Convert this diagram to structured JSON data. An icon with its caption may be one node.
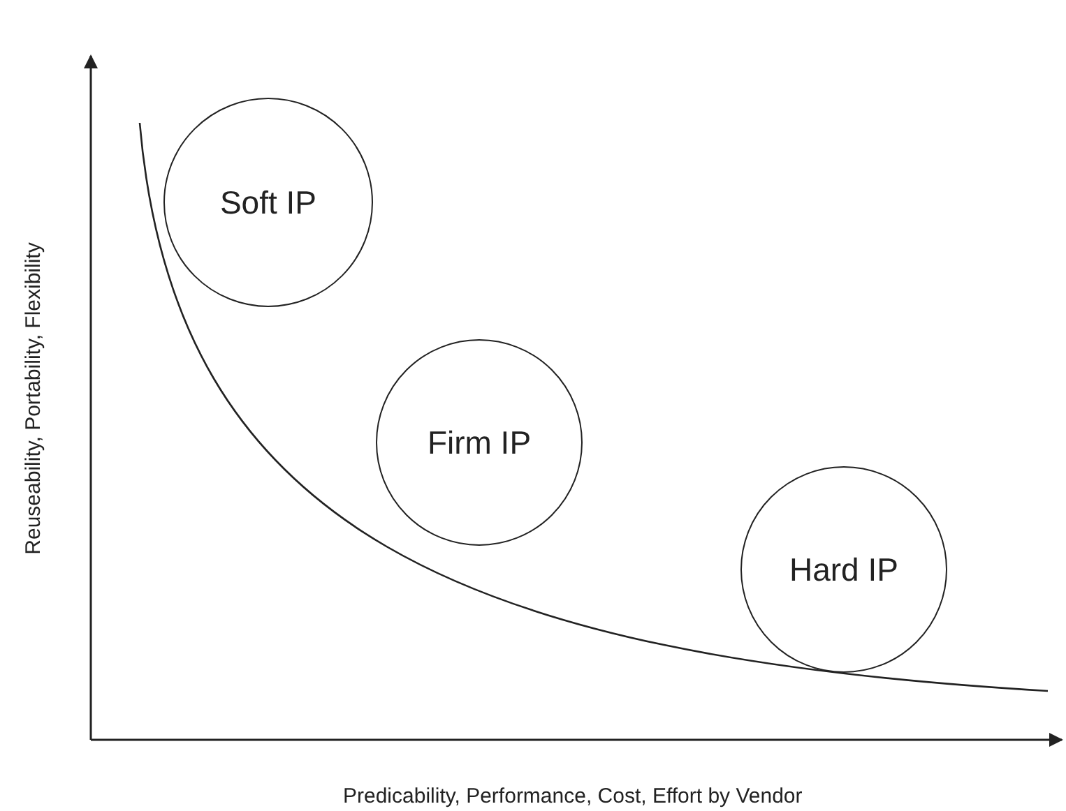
{
  "diagram": {
    "nodes": [
      {
        "text": [
          "Soft IP"
        ]
      },
      {
        "text": [
          "Firm IP"
        ]
      },
      {
        "text": [
          "Hard IP"
        ]
      }
    ],
    "labels": [
      "Reuseability, Portability, Flexibility",
      "Predicability, Performance, Cost, Effort by Vendor"
    ]
  }
}
